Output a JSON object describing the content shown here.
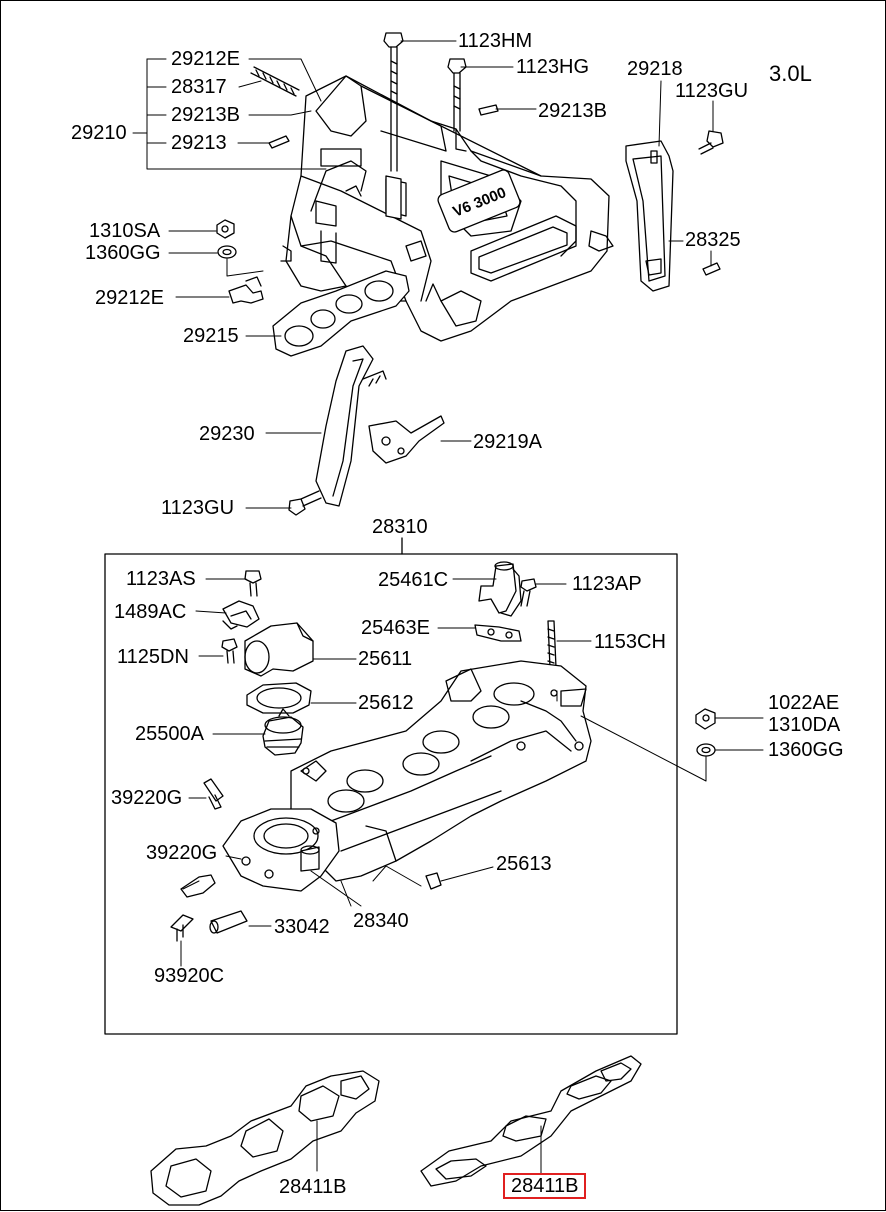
{
  "engine": "3.0L",
  "colors": {
    "highlight": "#e02020",
    "ink": "#000000"
  },
  "labels": {
    "p29212E_top": "29212E",
    "p28317": "28317",
    "p29213B_left": "29213B",
    "p29210": "29210",
    "p29213": "29213",
    "p1123HM": "1123HM",
    "p1123HG": "1123HG",
    "p29213B_right": "29213B",
    "p29218": "29218",
    "p1123GU_top": "1123GU",
    "p28325": "28325",
    "p1310SA": "1310SA",
    "p1360GG_top": "1360GG",
    "p29212E_mid": "29212E",
    "p29215": "29215",
    "p29230": "29230",
    "p29219A": "29219A",
    "p1123GU_mid": "1123GU",
    "p28310": "28310",
    "p1123AS": "1123AS",
    "p25461C": "25461C",
    "p1123AP": "1123AP",
    "p1489AC": "1489AC",
    "p25463E": "25463E",
    "p1153CH": "1153CH",
    "p1125DN": "1125DN",
    "p25611": "25611",
    "p25612": "25612",
    "p1022AE": "1022AE",
    "p1310DA": "1310DA",
    "p25500A": "25500A",
    "p1360GG_right": "1360GG",
    "p39220G_a": "39220G",
    "p39220G_b": "39220G",
    "p25613": "25613",
    "p28340": "28340",
    "p33042": "33042",
    "p93920C": "93920C",
    "p28411B_left": "28411B",
    "p28411B_right": "28411B"
  },
  "badge_text": "V6 3000"
}
